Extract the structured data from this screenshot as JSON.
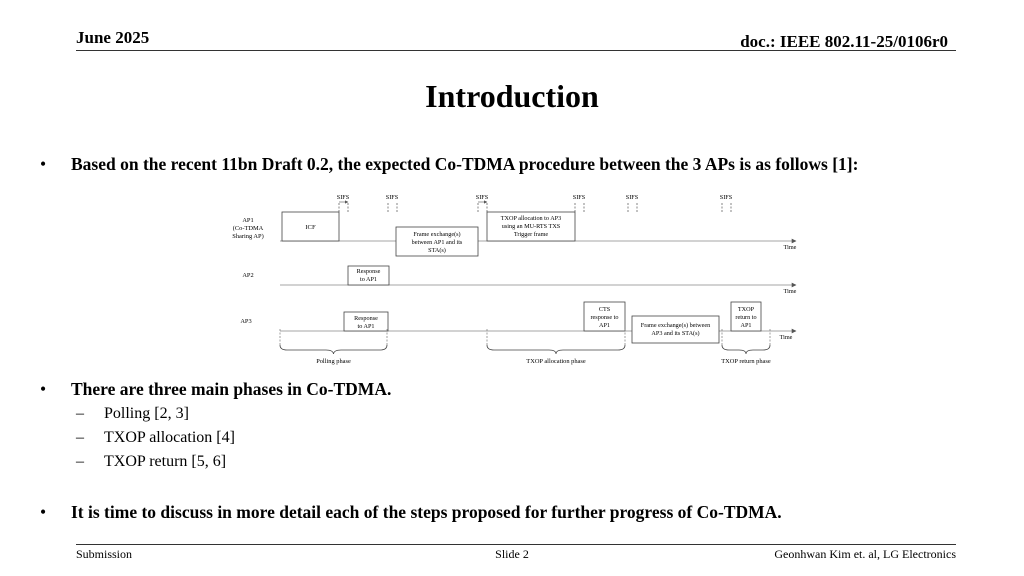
{
  "header": {
    "date": "June 2025",
    "doc": "doc.: IEEE 802.11-25/0106r0"
  },
  "title": "Introduction",
  "bullets": {
    "b1": "Based on the recent 11bn Draft 0.2, the expected Co-TDMA procedure between the 3 APs is as follows [1]:",
    "b2": "There are three main phases in Co-TDMA.",
    "b2_items": [
      "Polling [2, 3]",
      "TXOP allocation [4]",
      "TXOP return [5, 6]"
    ],
    "b3": "It is time to discuss in more detail each of the steps proposed for further progress of Co-TDMA.",
    "bullet_char": "•",
    "dash_char": "–"
  },
  "diagram": {
    "sifs": "SIFS",
    "time": "Time",
    "ap1_label": [
      "AP1",
      "(Co-TDMA",
      "Sharing AP)"
    ],
    "ap2_label": "AP2",
    "ap3_label": "AP3",
    "icf": "ICF",
    "frame_exchange_ap1": [
      "Frame exchange(s)",
      "between AP1 and its",
      "STA(s)"
    ],
    "txop_alloc": [
      "TXOP allocation to AP3",
      "using an MU-RTS TXS",
      "Trigger frame"
    ],
    "response": [
      "Response",
      "to AP1"
    ],
    "cts": [
      "CTS",
      "response to",
      "AP1"
    ],
    "frame_exchange_ap3": [
      "Frame exchange(s) between",
      "AP3 and its STA(s)"
    ],
    "txop_return": [
      "TXOP",
      "return to",
      "AP1"
    ],
    "phases": [
      "Polling phase",
      "TXOP allocation phase",
      "TXOP return phase"
    ]
  },
  "footer": {
    "left": "Submission",
    "center": "Slide 2",
    "right": "Geonhwan Kim et. al, LG Electronics"
  }
}
